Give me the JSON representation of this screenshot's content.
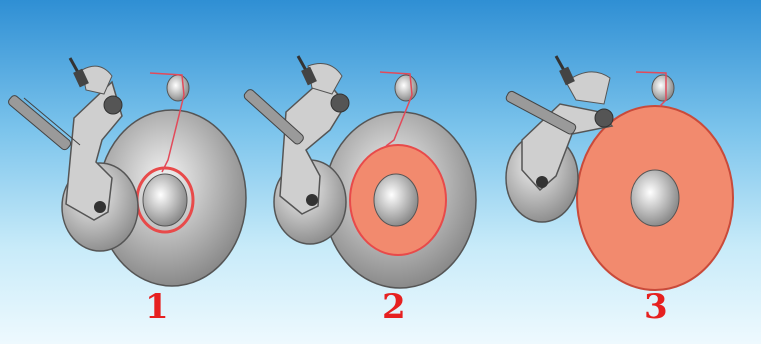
{
  "diagram": {
    "stages": [
      {
        "label": "1",
        "fill_level": "thin"
      },
      {
        "label": "2",
        "fill_level": "half"
      },
      {
        "label": "3",
        "fill_level": "full"
      }
    ],
    "colors": {
      "background_top": "#2f8fd4",
      "background_bottom": "#eef9fe",
      "reel_gray": "#a9a9a9",
      "material": "#f28a6e",
      "label_red": "#e62020"
    }
  }
}
